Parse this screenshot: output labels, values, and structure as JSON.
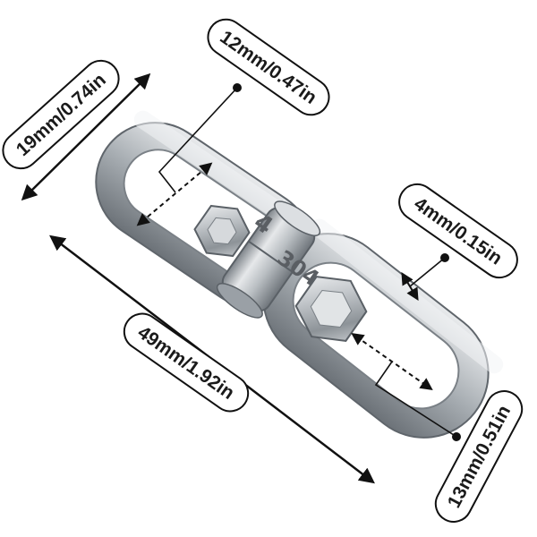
{
  "labels": {
    "width": "19mm/0.74in",
    "inner_small": "12mm/0.47in",
    "wire": "4mm/0.15in",
    "length": "49mm/1.92in",
    "inner_large": "13mm/0.51in"
  },
  "stamp": {
    "top": "4",
    "body": "304"
  },
  "colors": {
    "metal_dark": "#6f757b",
    "metal_mid": "#b7bcc1",
    "metal_light": "#eef0f2",
    "line": "#111111"
  }
}
